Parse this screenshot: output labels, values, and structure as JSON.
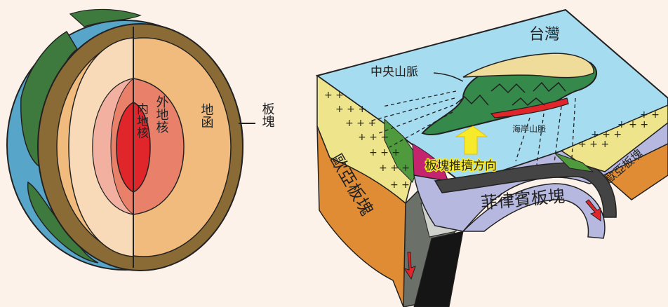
{
  "earth_diagram": {
    "inner_core": "内地核",
    "outer_core": "外地核",
    "mantle": "地函",
    "crust": "板塊"
  },
  "taiwan_diagram": {
    "island": "台灣",
    "central_range": "中央山脈",
    "coastal_range": "海岸山脈",
    "push_direction": "板塊推擠方向",
    "philippine_plate": "菲律賓板塊",
    "eurasian_plate_left": "歐亞板塊",
    "eurasian_plate_right": "歐亞板塊"
  },
  "colors": {
    "background": "#fdf2ea",
    "inner_core": "#e0262b",
    "outer_core": "#e8806a",
    "mantle": "#f0bb7c",
    "crust_ring": "#8a6a35",
    "ocean": "#a6dcef",
    "land_green": "#35894a",
    "yellow_layer": "#eee48c",
    "orange_layer": "#e08c35",
    "purple_plate": "#b7b8e0"
  }
}
